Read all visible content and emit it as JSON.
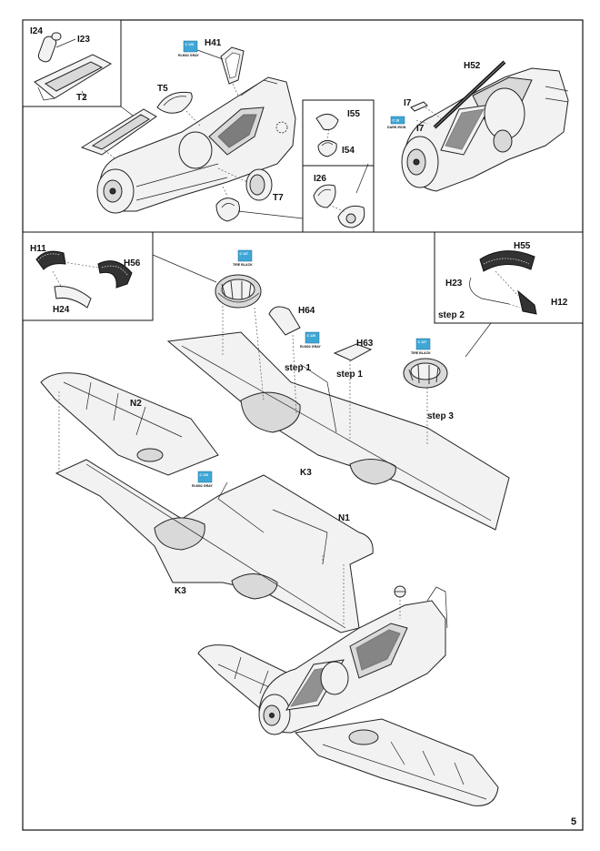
{
  "page": {
    "number": "5"
  },
  "panels": {
    "top_left_inset": {
      "labels": [
        "I24",
        "I23",
        "T2"
      ]
    },
    "top_right_inset_upper": {
      "labels": [
        "I55",
        "I54"
      ]
    },
    "top_right_inset_lower": {
      "labels": [
        "I26"
      ]
    },
    "h_inset_left": {
      "labels": [
        "H11",
        "H56",
        "H24"
      ]
    },
    "h_inset_right": {
      "labels": [
        "H55",
        "H23",
        "H12"
      ],
      "step": "step 2"
    }
  },
  "fuselage_step": {
    "labels": {
      "h41": "H41",
      "t5": "T5",
      "t7": "T7",
      "h52": "H52",
      "i7a": "I7",
      "i7b": "I7"
    }
  },
  "wing_step": {
    "labels": {
      "h64": "H64",
      "h63": "H63",
      "step1a": "step 1",
      "step1b": "step 1",
      "step3": "step 3",
      "k3a": "K3",
      "n2": "N2",
      "n1": "N1",
      "k3b": "K3"
    }
  },
  "paint_callouts": [
    {
      "id": "c1",
      "code": "C 126",
      "name": "RLM02 GRAY"
    },
    {
      "id": "c2",
      "code": "C 18",
      "name": "DARK IRON"
    },
    {
      "id": "c3",
      "code": "C 137",
      "name": "TIRE BLACK"
    },
    {
      "id": "c4",
      "code": "C 126",
      "name": "RLM02 GRAY"
    },
    {
      "id": "c5",
      "code": "C 137",
      "name": "TIRE BLACK"
    },
    {
      "id": "c6",
      "code": "C 126",
      "name": "RLM02 GRAY"
    }
  ]
}
